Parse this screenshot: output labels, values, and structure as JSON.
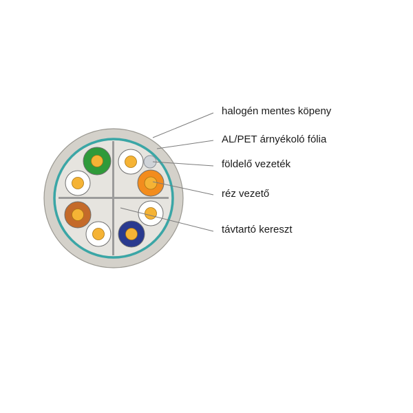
{
  "labels": {
    "jacket": "halogén mentes köpeny",
    "foil": "AL/PET árnyékoló fólia",
    "drain_wire": "földelő vezeték",
    "copper_conductor": "réz vezető",
    "spacer_cross": "távtartó kereszt"
  },
  "colors": {
    "jacket": "#d4d1ca",
    "jacket_edge": "#9a9891",
    "foil": "#3aa6a6",
    "core_fill": "#e6e4df",
    "spacer_cross": "#9b9b9b",
    "copper": "#f5b335",
    "copper_edge": "#a77413",
    "insulation_white": "#ffffff",
    "insulation_green": "#2f9a3a",
    "insulation_orange": "#f28c1e",
    "insulation_brown": "#c46a2a",
    "insulation_blue": "#2a3a8f",
    "drain_wire": "#cfd3d8",
    "leader_line": "#7a7a7a"
  }
}
